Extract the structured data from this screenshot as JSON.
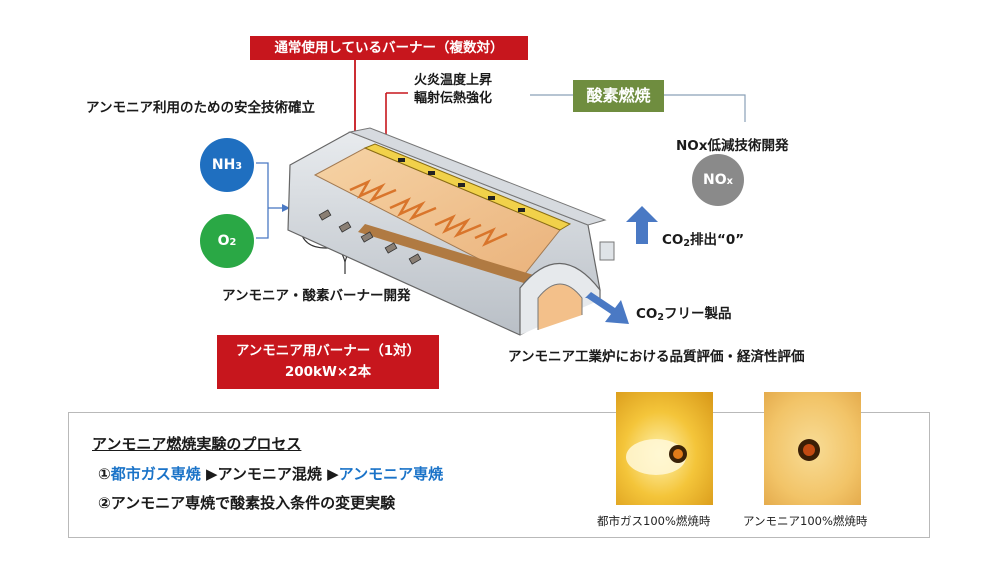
{
  "diagram": {
    "burner_label": "通常使用しているバーナー（複数対）",
    "flame_temp_line1": "火炎温度上昇",
    "flame_temp_line2": "輻射伝熱強化",
    "oxygen_combustion": "酸素燃焼",
    "safety_tech": "アンモニア利用のための安全技術確立",
    "nox_tech": "NOx低減技術開発",
    "nh3_prefix": "NH",
    "nh3_sub": "3",
    "o2_prefix": "O",
    "o2_sub": "2",
    "nox_prefix": "NO",
    "nox_sub": "x",
    "co2_emission_prefix": "CO",
    "co2_emission_sub": "2",
    "co2_emission_suffix": "排出“0”",
    "co2_free_prefix": "CO",
    "co2_free_sub": "2",
    "co2_free_suffix": "フリー製品",
    "burner_dev": "アンモニア・酸素バーナー開発",
    "ammonia_burner_line1": "アンモニア用バーナー（1対）",
    "ammonia_burner_line2": "200kW×2本",
    "evaluation": "アンモニア工業炉における品質評価・経済性評価",
    "colors": {
      "nh3_circle": "#1f6fc0",
      "o2_circle": "#2aa845",
      "nox_circle": "#8a8a8a",
      "oxygen_box": "#6f8d3f",
      "red_box": "#c7161d",
      "arrow_blue": "#4a79c4"
    }
  },
  "process": {
    "title": "アンモニア燃焼実験のプロセス",
    "step1_num": "①",
    "step1_a": "都市ガス専焼",
    "step1_sep1": "▶アンモニア混焼",
    "step1_sep2": "▶",
    "step1_b": "アンモニア専焼",
    "step2": "②アンモニア専焼で酸素投入条件の変更実験",
    "photo1_caption": "都市ガス100%燃焼時",
    "photo2_caption": "アンモニア100%燃焼時"
  }
}
